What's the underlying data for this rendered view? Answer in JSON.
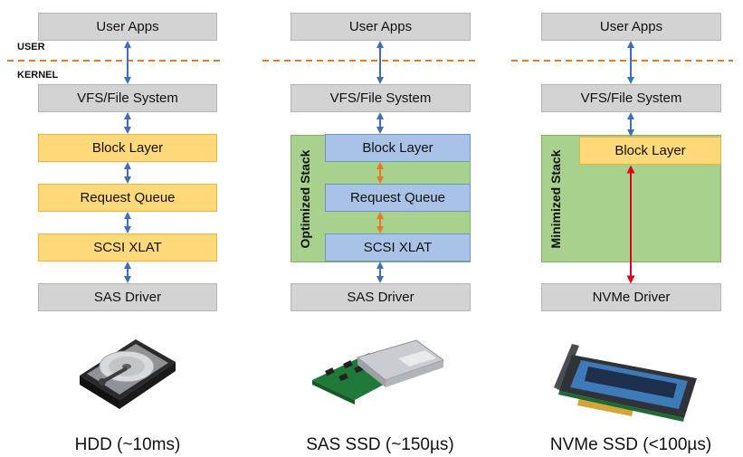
{
  "labels": {
    "user": "USER",
    "kernel": "KERNEL"
  },
  "columns": [
    {
      "id": "hdd",
      "layers": [
        "User Apps",
        "VFS/File System",
        "Block Layer",
        "Request Queue",
        "SCSI XLAT",
        "SAS Driver"
      ],
      "caption": "HDD (~10ms)"
    },
    {
      "id": "sas-ssd",
      "stack_label": "Optimized Stack",
      "layers": [
        "User Apps",
        "VFS/File System",
        "Block Layer",
        "Request Queue",
        "SCSI XLAT",
        "SAS Driver"
      ],
      "caption": "SAS SSD (~150µs)"
    },
    {
      "id": "nvme-ssd",
      "stack_label": "Minimized Stack",
      "layers": [
        "User Apps",
        "VFS/File System",
        "Block Layer",
        "NVMe Driver"
      ],
      "caption": "NVMe SSD (<100µs)"
    }
  ],
  "colors": {
    "gray": "#d3d3d3",
    "yellow": "#ffd97a",
    "blue": "#a9c3e6",
    "green": "#a9d18e",
    "divider": "#e07b2a",
    "arrow_blue": "#3f6fb5",
    "arrow_orange": "#e07b2a",
    "arrow_red": "#e0001b"
  }
}
